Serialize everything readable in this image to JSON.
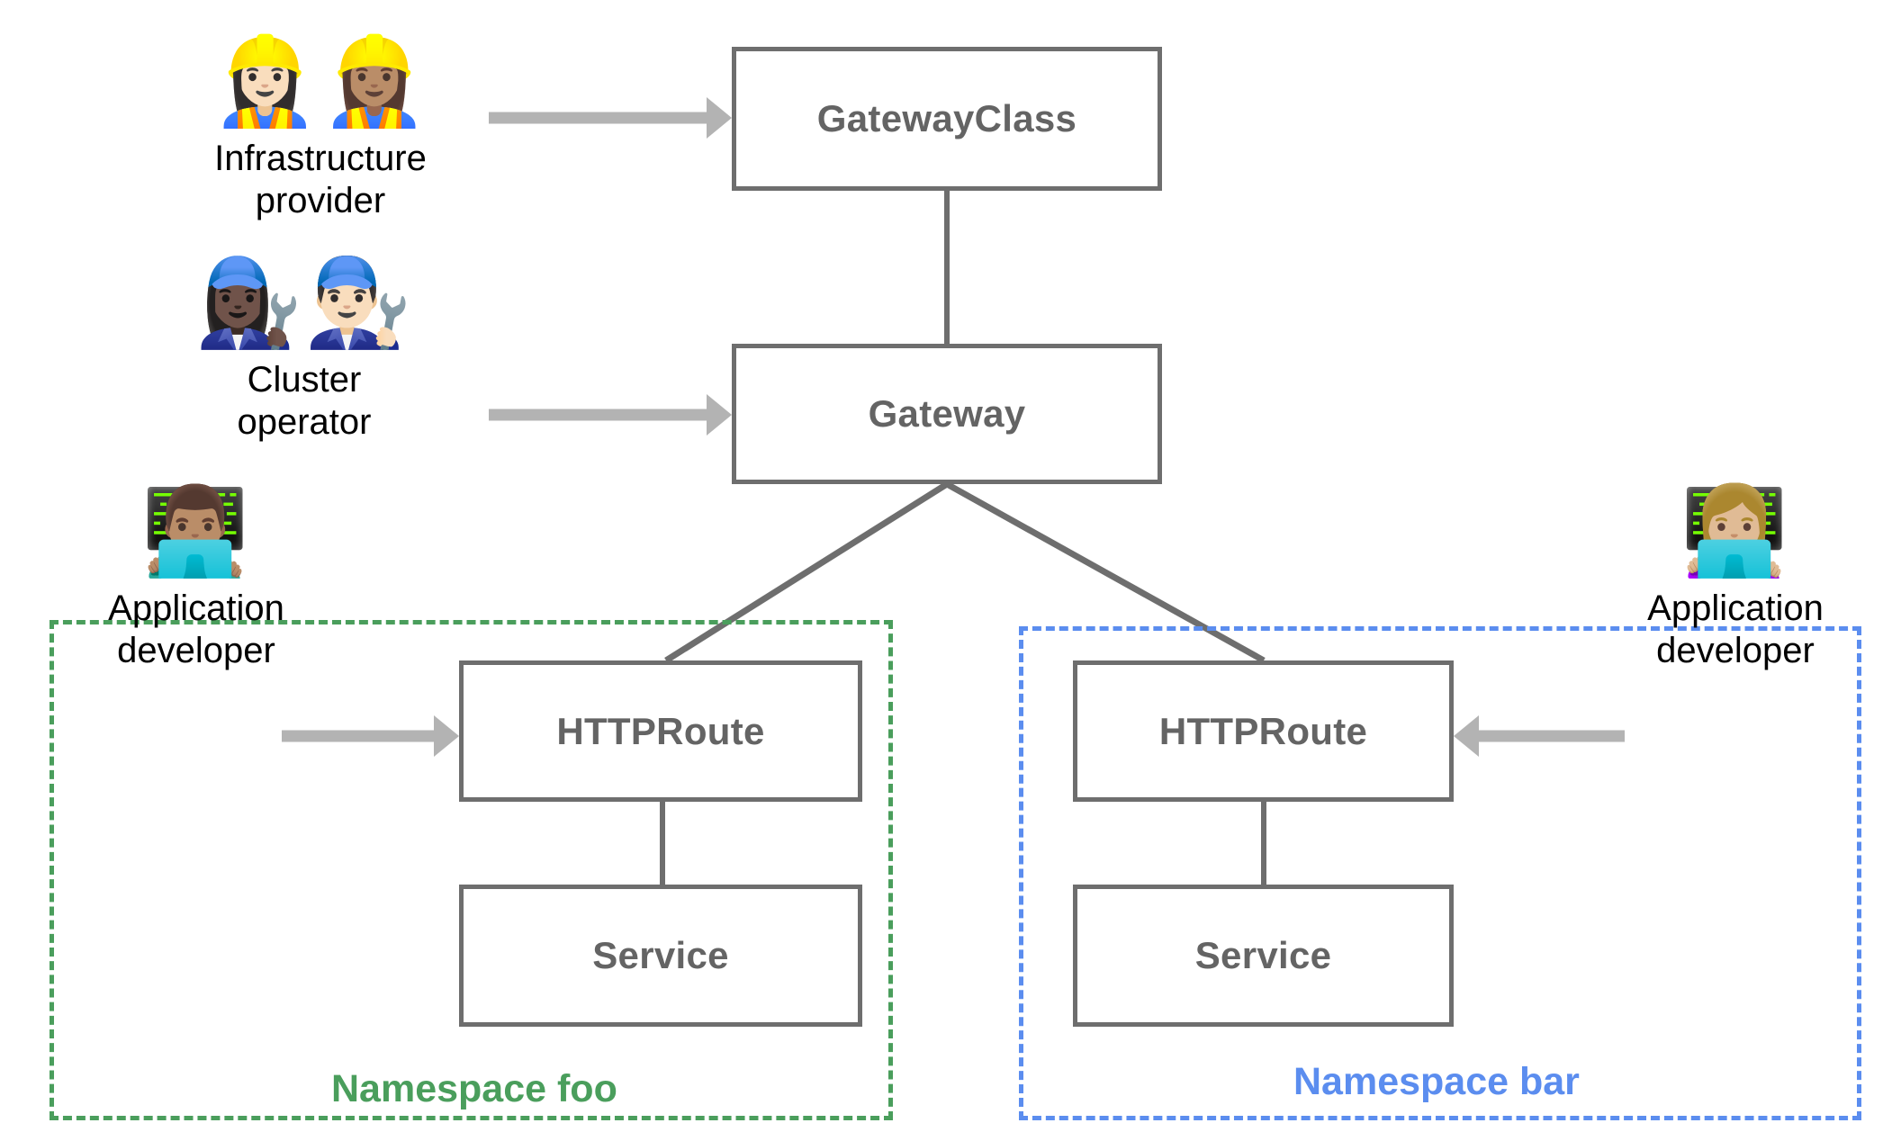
{
  "diagram": {
    "title": "Kubernetes Gateway API resource model",
    "colors": {
      "box_border": "#6e6e6e",
      "box_text": "#646464",
      "arrow_gray": "#b3b3b3",
      "link_line": "#6e6e6e",
      "namespace_foo": "#4a9e5c",
      "namespace_bar": "#5b8def",
      "background": "#ffffff"
    }
  },
  "nodes": {
    "gatewayclass": {
      "label": "GatewayClass"
    },
    "gateway": {
      "label": "Gateway"
    },
    "httproute_foo": {
      "label": "HTTPRoute"
    },
    "service_foo": {
      "label": "Service"
    },
    "httproute_bar": {
      "label": "HTTPRoute"
    },
    "service_bar": {
      "label": "Service"
    }
  },
  "namespaces": [
    {
      "id": "foo",
      "label": "Namespace foo",
      "color": "#4a9e5c",
      "style": "dashed"
    },
    {
      "id": "bar",
      "label": "Namespace bar",
      "color": "#5b8def",
      "style": "dashed"
    }
  ],
  "personas": [
    {
      "id": "infrastructure-provider",
      "label": "Infrastructure\nprovider",
      "emoji": "👷🏻‍♀️👷🏽‍♀️",
      "icon_name": "construction-worker-emoji",
      "targets": "gatewayclass"
    },
    {
      "id": "cluster-operator",
      "label": "Cluster\noperator",
      "emoji": "👩🏿‍🔧👨🏻‍🔧",
      "icon_name": "mechanic-emoji",
      "targets": "gateway"
    },
    {
      "id": "application-developer-foo",
      "label": "Application\ndeveloper",
      "emoji": "👨🏽‍💻",
      "icon_name": "technologist-emoji",
      "targets": "httproute_foo"
    },
    {
      "id": "application-developer-bar",
      "label": "Application\ndeveloper",
      "emoji": "👩🏼‍💻",
      "icon_name": "technologist-emoji",
      "targets": "httproute_bar"
    }
  ],
  "edges": [
    {
      "from": "infrastructure-provider",
      "to": "gatewayclass",
      "kind": "arrow",
      "color": "#b3b3b3"
    },
    {
      "from": "cluster-operator",
      "to": "gateway",
      "kind": "arrow",
      "color": "#b3b3b3"
    },
    {
      "from": "application-developer-foo",
      "to": "httproute_foo",
      "kind": "arrow",
      "color": "#b3b3b3"
    },
    {
      "from": "application-developer-bar",
      "to": "httproute_bar",
      "kind": "arrow",
      "color": "#b3b3b3"
    },
    {
      "from": "gatewayclass",
      "to": "gateway",
      "kind": "line",
      "color": "#6e6e6e"
    },
    {
      "from": "gateway",
      "to": "httproute_foo",
      "kind": "line",
      "color": "#6e6e6e"
    },
    {
      "from": "gateway",
      "to": "httproute_bar",
      "kind": "line",
      "color": "#6e6e6e"
    },
    {
      "from": "httproute_foo",
      "to": "service_foo",
      "kind": "line",
      "color": "#6e6e6e"
    },
    {
      "from": "httproute_bar",
      "to": "service_bar",
      "kind": "line",
      "color": "#6e6e6e"
    }
  ]
}
